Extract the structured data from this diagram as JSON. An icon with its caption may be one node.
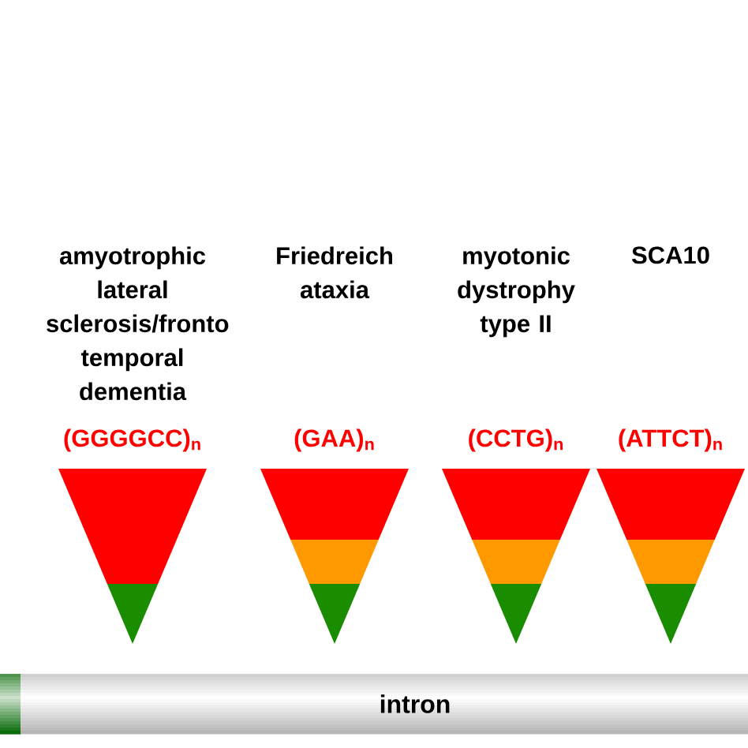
{
  "diagram": {
    "nodes": [
      {
        "text": [
          "amyotrophic lateral sclerosis/fronto temporal dementia",
          "(GGGGCC)$_{n}$"
        ]
      },
      {
        "text": [
          "Friedreich ataxia",
          "(GAA)$_{n}$"
        ]
      },
      {
        "text": [
          "myotonic dystrophy type II",
          "(CCTG)$_{n}$"
        ]
      },
      {
        "text": [
          "SCA10",
          "(ATTCT)$_{n}$"
        ]
      },
      {
        "text": [
          "intron"
        ]
      }
    ]
  }
}
